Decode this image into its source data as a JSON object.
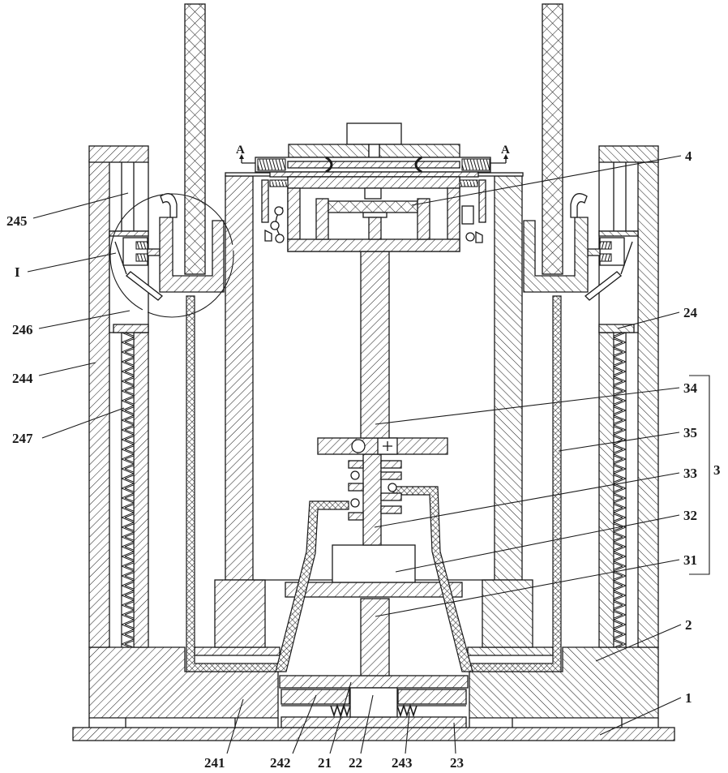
{
  "colors": {
    "ink": "#1a1a1a",
    "paper": "#ffffff"
  },
  "section_marks": {
    "left": "A",
    "right": "A"
  },
  "callouts": {
    "part_4": "4",
    "part_245": "245",
    "detail_I": "I",
    "part_246": "246",
    "part_24": "24",
    "part_244": "244",
    "part_247": "247",
    "part_34": "34",
    "part_35": "35",
    "group_3": "3",
    "part_33": "33",
    "part_32": "32",
    "part_31": "31",
    "part_2": "2",
    "part_1": "1",
    "part_241": "241",
    "part_242": "242",
    "part_21": "21",
    "part_22": "22",
    "part_243": "243",
    "part_23": "23"
  }
}
